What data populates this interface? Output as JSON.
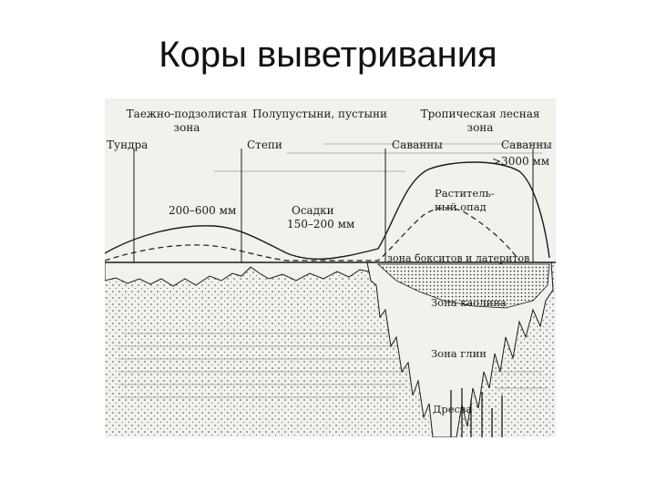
{
  "slide": {
    "title": "Коры выветривания"
  },
  "figure": {
    "zones_top": {
      "taiga_line1": "Таежно-подзолистая",
      "taiga_line2": "зона",
      "semidesert": "Полупустыни, пустыни",
      "tropical_line1": "Тропическая лесная",
      "tropical_line2": "зона"
    },
    "zones_second": {
      "tundra": "Тундра",
      "steppe": "Степи",
      "savanna_left": "Саванны",
      "savanna_right": "Саванны"
    },
    "precip": {
      "high": ">3000 мм",
      "mid": "200–600 мм",
      "low_line1": "Осадки",
      "low_line2": "150–200 мм"
    },
    "litter": {
      "line1": "Раститель-",
      "line2": "ный опад"
    },
    "soil_zones": {
      "bauxite": "зона бокситов и латеритов",
      "kaolin": "Зона каолина",
      "clay": "Зона глин",
      "dresva": "Дресва"
    },
    "colors": {
      "background": "#f2f1ee",
      "ink": "#1a1a1a"
    }
  }
}
